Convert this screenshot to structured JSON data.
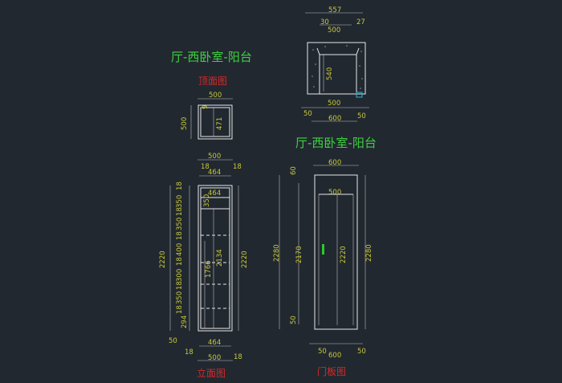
{
  "titles": {
    "room_top": "厅-西卧室-阳台",
    "room_mid": "厅-西卧室-阳台",
    "top_view": "顶面图",
    "elevation": "立面图",
    "door_panel": "门板图"
  },
  "dims_plan": {
    "w557": "557",
    "d30": "30",
    "d27": "27",
    "w500": "500",
    "h540": "540",
    "b50a": "50",
    "b500": "500",
    "b50b": "50",
    "b600": "600"
  },
  "dims_top": {
    "w500": "500",
    "d500": "500",
    "d9": "9",
    "d471": "471"
  },
  "dims_elev": {
    "w500t": "500",
    "t18a": "18",
    "t18b": "18",
    "w464t": "464",
    "w464i": "464",
    "s18a": "18",
    "s350a": "350",
    "s18b": "18",
    "s350b": "350",
    "s18c": "18",
    "s400": "400",
    "s18d": "18",
    "s300": "300",
    "s18e": "18",
    "s350c": "350",
    "s18f": "18",
    "s294": "294",
    "s50": "50",
    "h2220l": "2220",
    "h2220r": "2220",
    "h2134": "2134",
    "h1766": "1766",
    "i350": "350",
    "w464b": "464",
    "b18a": "18",
    "w500b": "500",
    "b18b": "18"
  },
  "dims_door": {
    "w600t": "600",
    "w500": "500",
    "d60": "60",
    "h2280l": "2280",
    "h2170": "2170",
    "h2220": "2220",
    "h2280r": "2280",
    "d50": "50",
    "b50a": "50",
    "b600": "600",
    "b50b": "50"
  }
}
